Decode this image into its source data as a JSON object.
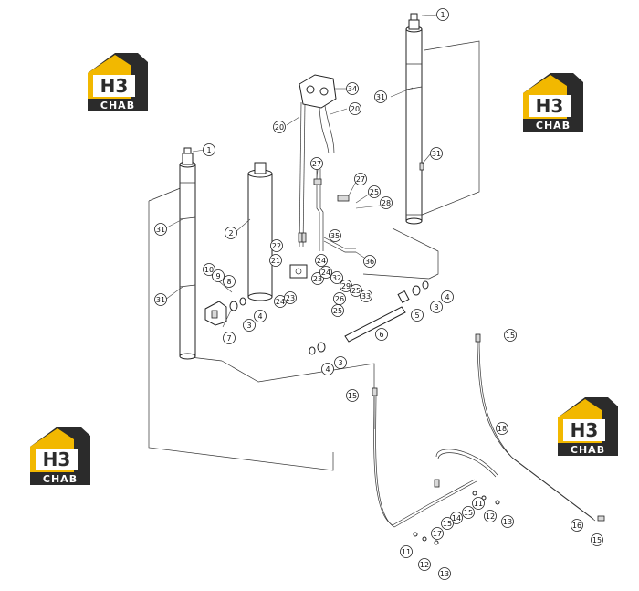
{
  "brand": {
    "mark": "H3",
    "name": "CHAB",
    "yellow": "#f2b800",
    "dark": "#2b2b2b"
  },
  "callouts": [
    {
      "label": "1"
    },
    {
      "label": "31"
    },
    {
      "label": "31"
    },
    {
      "label": "1"
    },
    {
      "label": "31"
    },
    {
      "label": "31"
    },
    {
      "label": "2"
    },
    {
      "label": "34"
    },
    {
      "label": "20"
    },
    {
      "label": "20"
    },
    {
      "label": "27"
    },
    {
      "label": "27"
    },
    {
      "label": "25"
    },
    {
      "label": "28"
    },
    {
      "label": "35"
    },
    {
      "label": "36"
    },
    {
      "label": "22"
    },
    {
      "label": "21"
    },
    {
      "label": "24"
    },
    {
      "label": "23"
    },
    {
      "label": "24"
    },
    {
      "label": "32"
    },
    {
      "label": "29"
    },
    {
      "label": "25"
    },
    {
      "label": "33"
    },
    {
      "label": "26"
    },
    {
      "label": "25"
    },
    {
      "label": "24"
    },
    {
      "label": "23"
    },
    {
      "label": "10"
    },
    {
      "label": "9"
    },
    {
      "label": "8"
    },
    {
      "label": "7"
    },
    {
      "label": "3"
    },
    {
      "label": "4"
    },
    {
      "label": "6"
    },
    {
      "label": "5"
    },
    {
      "label": "3"
    },
    {
      "label": "4"
    },
    {
      "label": "4"
    },
    {
      "label": "3"
    },
    {
      "label": "15"
    },
    {
      "label": "15"
    },
    {
      "label": "18"
    },
    {
      "label": "14"
    },
    {
      "label": "15"
    },
    {
      "label": "11"
    },
    {
      "label": "15"
    },
    {
      "label": "17"
    },
    {
      "label": "12"
    },
    {
      "label": "13"
    },
    {
      "label": "16"
    },
    {
      "label": "15"
    },
    {
      "label": "11"
    },
    {
      "label": "12"
    },
    {
      "label": "13"
    }
  ]
}
